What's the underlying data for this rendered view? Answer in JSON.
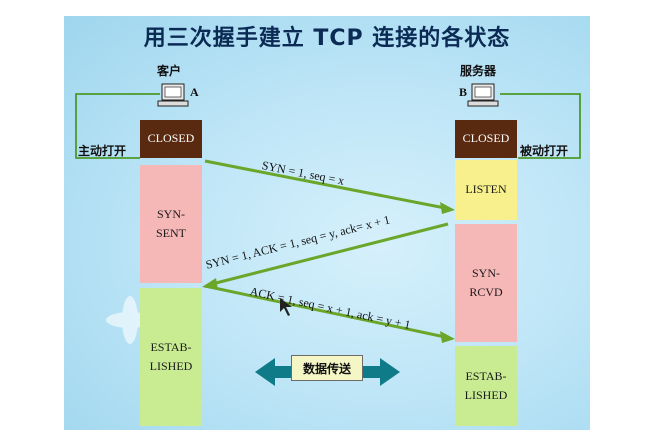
{
  "title": "用三次握手建立 TCP 连接的各状态",
  "client": {
    "heading": "客户",
    "tag": "A"
  },
  "server": {
    "heading": "服务器",
    "tag": "B"
  },
  "client_states": {
    "closed": "CLOSED",
    "syn_sent": "SYN-\nSENT",
    "established": "ESTAB-\nLISHED"
  },
  "server_states": {
    "closed": "CLOSED",
    "listen": "LISTEN",
    "syn_rcvd": "SYN-\nRCVD",
    "established": "ESTAB-\nLISHED"
  },
  "client_action": "主动打开",
  "server_action": "被动打开",
  "messages": {
    "m1": "SYN = 1, seq = x",
    "m2": "SYN = 1, ACK = 1, seq = y, ack= x + 1",
    "m3": "ACK = 1, seq = x + 1, ack = y + 1"
  },
  "data_transfer": "数据传送",
  "colors": {
    "closed": "#5a2a10",
    "syn_sent": "#f6b7b7",
    "established": "#c9ec93",
    "listen": "#f7f08c",
    "arrow": "#6aa629",
    "data_arrow": "#0f7b88"
  }
}
